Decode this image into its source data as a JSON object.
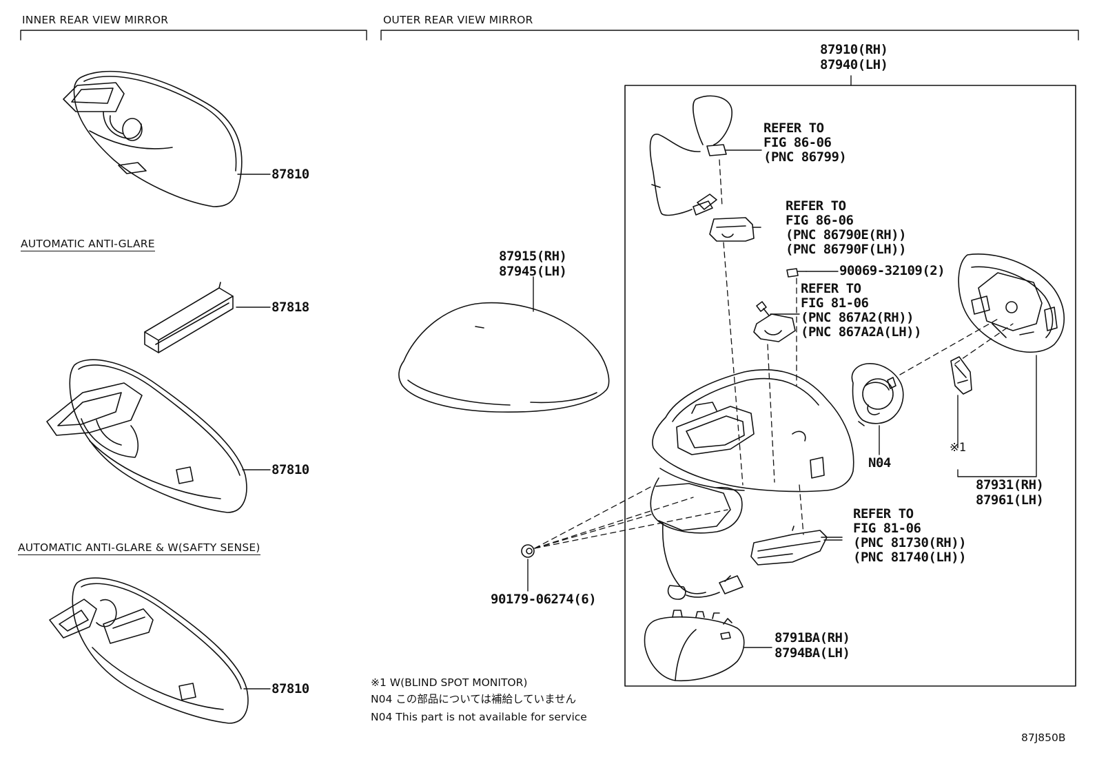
{
  "sections": {
    "inner": "INNER REAR VIEW MIRROR",
    "outer": "OUTER REAR VIEW MIRROR",
    "anti_glare": "AUTOMATIC ANTI-GLARE",
    "anti_glare_safety": "AUTOMATIC ANTI-GLARE & W(SAFTY SENSE)"
  },
  "parts": {
    "p87810_a": "87810",
    "p87818": "87818",
    "p87810_b": "87810",
    "p87810_c": "87810",
    "assy_rh": "87910(RH)",
    "assy_lh": "87940(LH)",
    "cover_rh": "87915(RH)",
    "cover_lh": "87945(LH)",
    "screw": "90069-32109(2)",
    "clip": "90179-06274(6)",
    "n04": "N04",
    "mark1": "※1",
    "glass_rh": "87931(RH)",
    "glass_lh": "87961(LH)",
    "base_rh": "8791BA(RH)",
    "base_lh": "8794BA(LH)"
  },
  "refs": {
    "r1": [
      "REFER TO",
      "FIG 86-06",
      "(PNC 86799)"
    ],
    "r2": [
      "REFER TO",
      "FIG 86-06",
      "(PNC 86790E(RH))",
      "(PNC 86790F(LH))"
    ],
    "r3": [
      "REFER TO",
      "FIG 81-06",
      "(PNC 867A2(RH))",
      "(PNC 867A2A(LH))"
    ],
    "r4": [
      "REFER TO",
      "FIG 81-06",
      "(PNC 81730(RH))",
      "(PNC 81740(LH))"
    ]
  },
  "notes": {
    "n1": "※1 W(BLIND SPOT MONITOR)",
    "n2": "N04 この部品については補給していません",
    "n3": "N04 This part is not available for service"
  },
  "code": "87J850B"
}
